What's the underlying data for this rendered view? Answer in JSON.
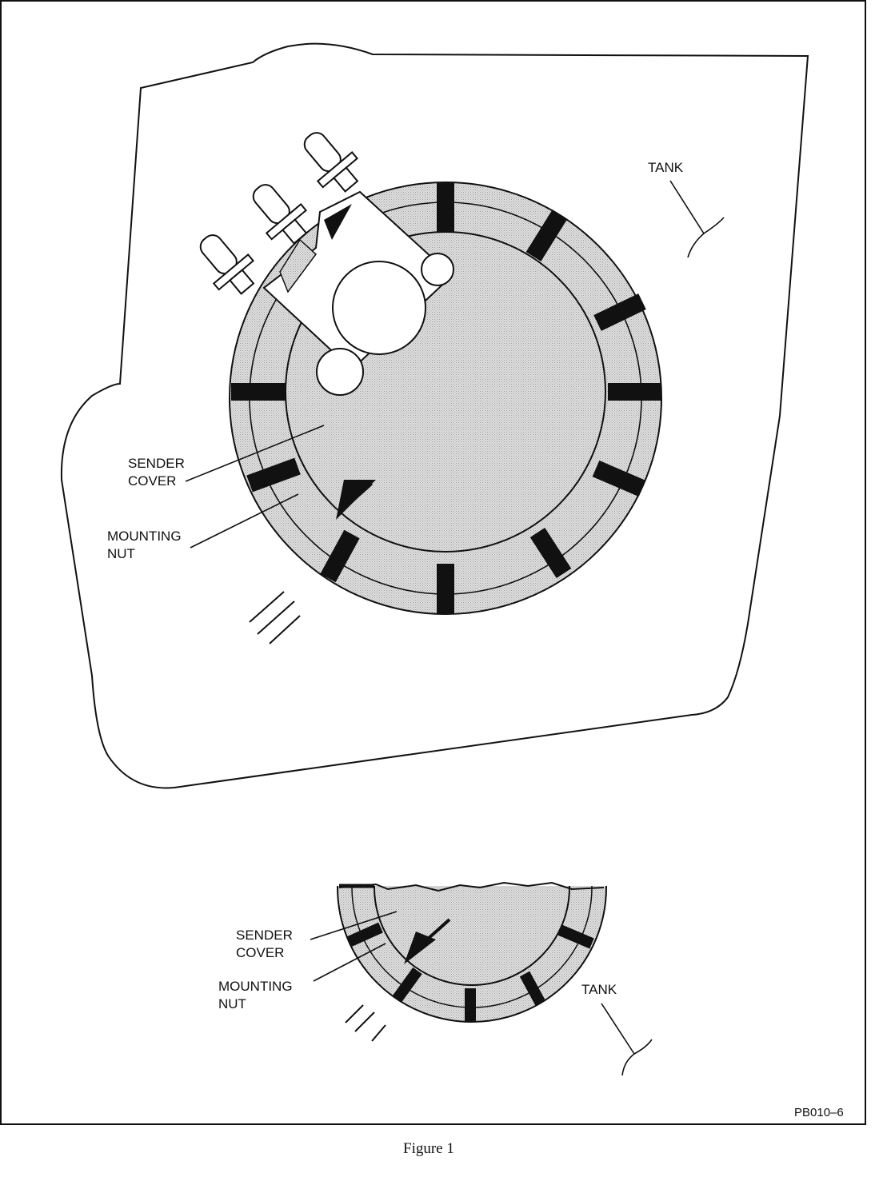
{
  "labels": {
    "tank_upper": "TANK",
    "sender_cover_upper": [
      "SENDER",
      "COVER"
    ],
    "mounting_nut_upper": [
      "MOUNTING",
      "NUT"
    ],
    "sender_cover_lower": [
      "SENDER",
      "COVER"
    ],
    "mounting_nut_lower": [
      "MOUNTING",
      "NUT"
    ],
    "tank_lower": "TANK"
  },
  "figure_ref": "PB010–6",
  "caption": "Figure 1",
  "colors": {
    "line": "#111111",
    "shade": "#d9d9d9",
    "background": "#ffffff"
  }
}
